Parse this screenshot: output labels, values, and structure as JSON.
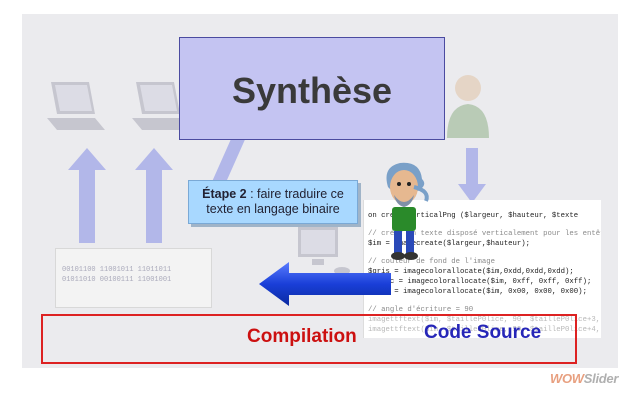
{
  "slide": {
    "title": "Synthèse",
    "step": {
      "bold": "Étape 2",
      "rest": " : faire traduire ce texte en langage binaire"
    },
    "compilation_label": "Compilation",
    "code_source_label": "Code Source",
    "binary_lines": [
      "00101100 11001011 11011011",
      "01011010 00100111 11001001"
    ],
    "code_lines": [
      "on createVerticalPng ($largeur, $hauteur, $texte",
      "",
      "// créer un texte disposé verticalement pour les entêt",
      "$im = imagecreate($largeur,$hauteur);",
      "",
      "// couleur de fond de l'image",
      "$gris = imagecolorallocate($im,0xdd,0xdd,0xdd);",
      "$blanc = imagecolorallocate($im, 0xff, 0xff, 0xff);",
      "$noir = imagecolorallocate($im, 0x00, 0x00, 0x00);",
      "",
      "// angle d'écriture = 90",
      "imagettftext($im, $tailleP0lice, 90, $tailleP0lice+3,",
      "imagettftext($im, $tailleP0lice, 90, $tailleP0lice+4,"
    ]
  },
  "watermark": {
    "part1": "WOW",
    "part2": "Slider"
  },
  "colors": {
    "title_bg": "#c4c4f2",
    "step_bg": "#a8d8ff",
    "compilation": "#cc1010",
    "code_source": "#2626b8",
    "arrow": "#1a3fd8"
  }
}
